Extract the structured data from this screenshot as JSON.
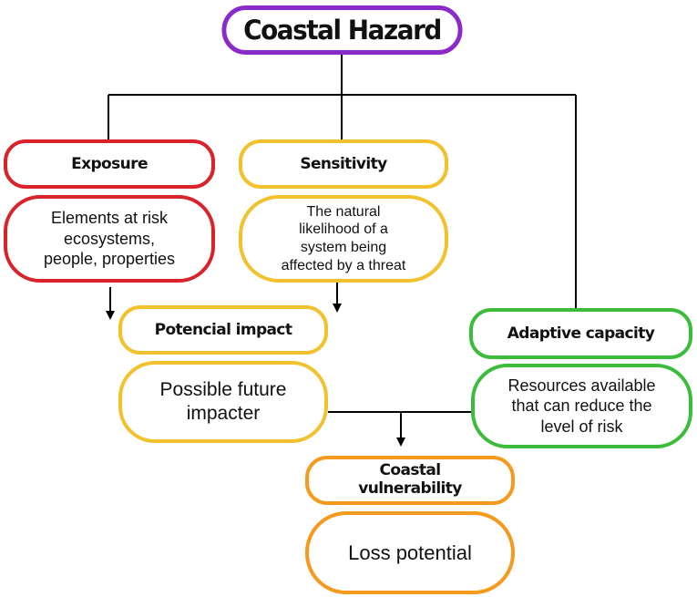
{
  "diagram": {
    "title": "Coastal Hazard",
    "exposure": {
      "heading": "Exposure",
      "lines": [
        "Elements at risk",
        "ecosystems,",
        "people, properties"
      ]
    },
    "sensitivity": {
      "heading": "Sensitivity",
      "lines": [
        "The natural",
        "likelihood of a",
        "system being",
        "affected by a threat"
      ]
    },
    "potential_impact": {
      "heading": "Potencial impact",
      "lines": [
        "Possible future",
        "impacter"
      ]
    },
    "adaptive_capacity": {
      "heading": "Adaptive capacity",
      "lines": [
        "Resources available",
        "that can reduce the",
        "level of risk"
      ]
    },
    "coastal_vulnerability": {
      "heading_lines": [
        "Coastal",
        "vulnerability"
      ],
      "lines": [
        "Loss potential"
      ]
    }
  },
  "colors": {
    "title": "#8a2bc9",
    "exposure": "#d8232a",
    "sensitivity": "#f2c12e",
    "potential_impact": "#f2c12e",
    "adaptive_capacity": "#3dbb3a",
    "coastal_vulnerability": "#f59a1c"
  }
}
